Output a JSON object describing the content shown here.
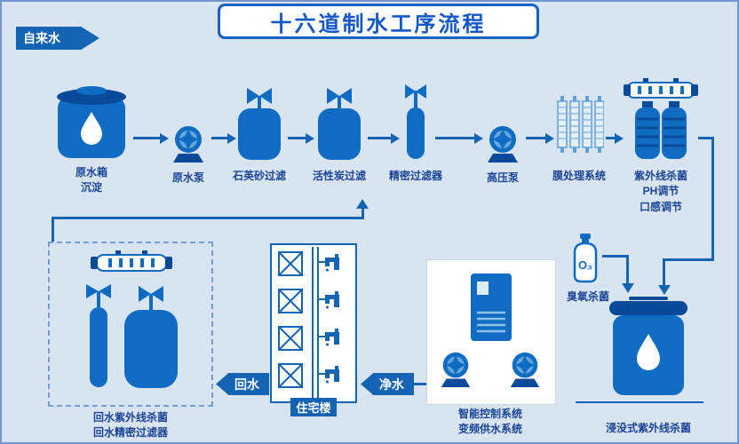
{
  "page": {
    "title": "十六道制水工序流程",
    "source_label": "自来水"
  },
  "stages": [
    {
      "icon": "raw-water-tank",
      "label": "原水箱\n沉淀"
    },
    {
      "icon": "raw-water-pump",
      "label": "原水泵"
    },
    {
      "icon": "quartz-sand-filter-tank",
      "label": "石英砂过滤"
    },
    {
      "icon": "activated-carbon-filter-tank",
      "label": "活性炭过滤"
    },
    {
      "icon": "precision-filter",
      "label": "精密过滤器"
    },
    {
      "icon": "high-pressure-pump",
      "label": "高压泵"
    },
    {
      "icon": "membrane-system",
      "label": "膜处理系统"
    },
    {
      "icon": "uv-sterilizer-unit",
      "label": "紫外线杀菌\nPH调节\n口感调节"
    }
  ],
  "recirculation": {
    "ozone": {
      "formula": "O₃",
      "label": "臭氧杀菌"
    },
    "submerged_uv": {
      "label": "浸没式紫外线杀菌"
    },
    "control_system": {
      "label": "智能控制系统\n变频供水系统"
    },
    "building": {
      "label": "住宅楼"
    },
    "clean_water_tag": "净水",
    "return_water_tag": "回水",
    "return_treatment": {
      "label": "回水紫外线杀菌\n回水精密过滤器"
    }
  },
  "colors": {
    "primary_blue": "#0f6cc2",
    "dark_blue": "#0a4a9a",
    "line_blue": "#1464b4",
    "label_text": "#1a4496",
    "title_text": "#1457c8",
    "background": "#d9e4f1"
  }
}
